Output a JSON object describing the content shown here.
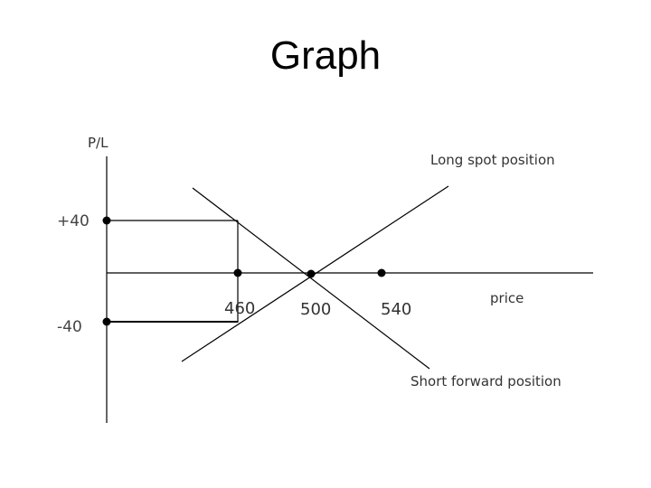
{
  "title": "Graph",
  "diagram": {
    "y_axis_label": "P/L",
    "x_axis_label": "price",
    "y_ticks": [
      "+40",
      "-40"
    ],
    "x_ticks": [
      "460",
      "500",
      "540"
    ],
    "lines": {
      "long_spot": "Long spot position",
      "short_forward": "Short forward position"
    }
  }
}
